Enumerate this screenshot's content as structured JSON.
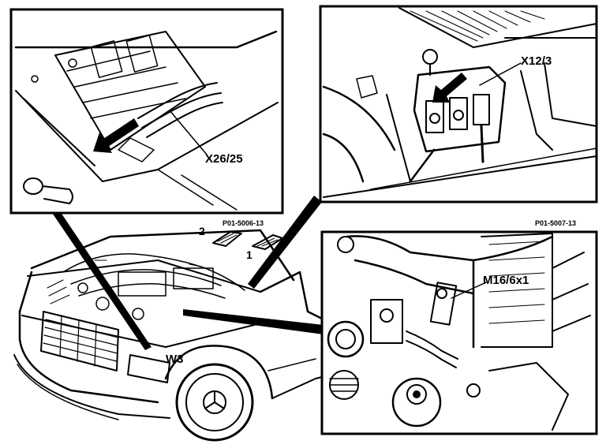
{
  "labels": {
    "x26": "X26/25",
    "x12": "X12/3",
    "m16": "M16/6x1",
    "w3": "W3",
    "num1": "1",
    "num2": "2"
  },
  "figure_codes": {
    "code_left": "P01-5006-13",
    "code_right": "P01-5007-13"
  },
  "colors": {
    "ink": "#000000",
    "background": "#ffffff"
  }
}
